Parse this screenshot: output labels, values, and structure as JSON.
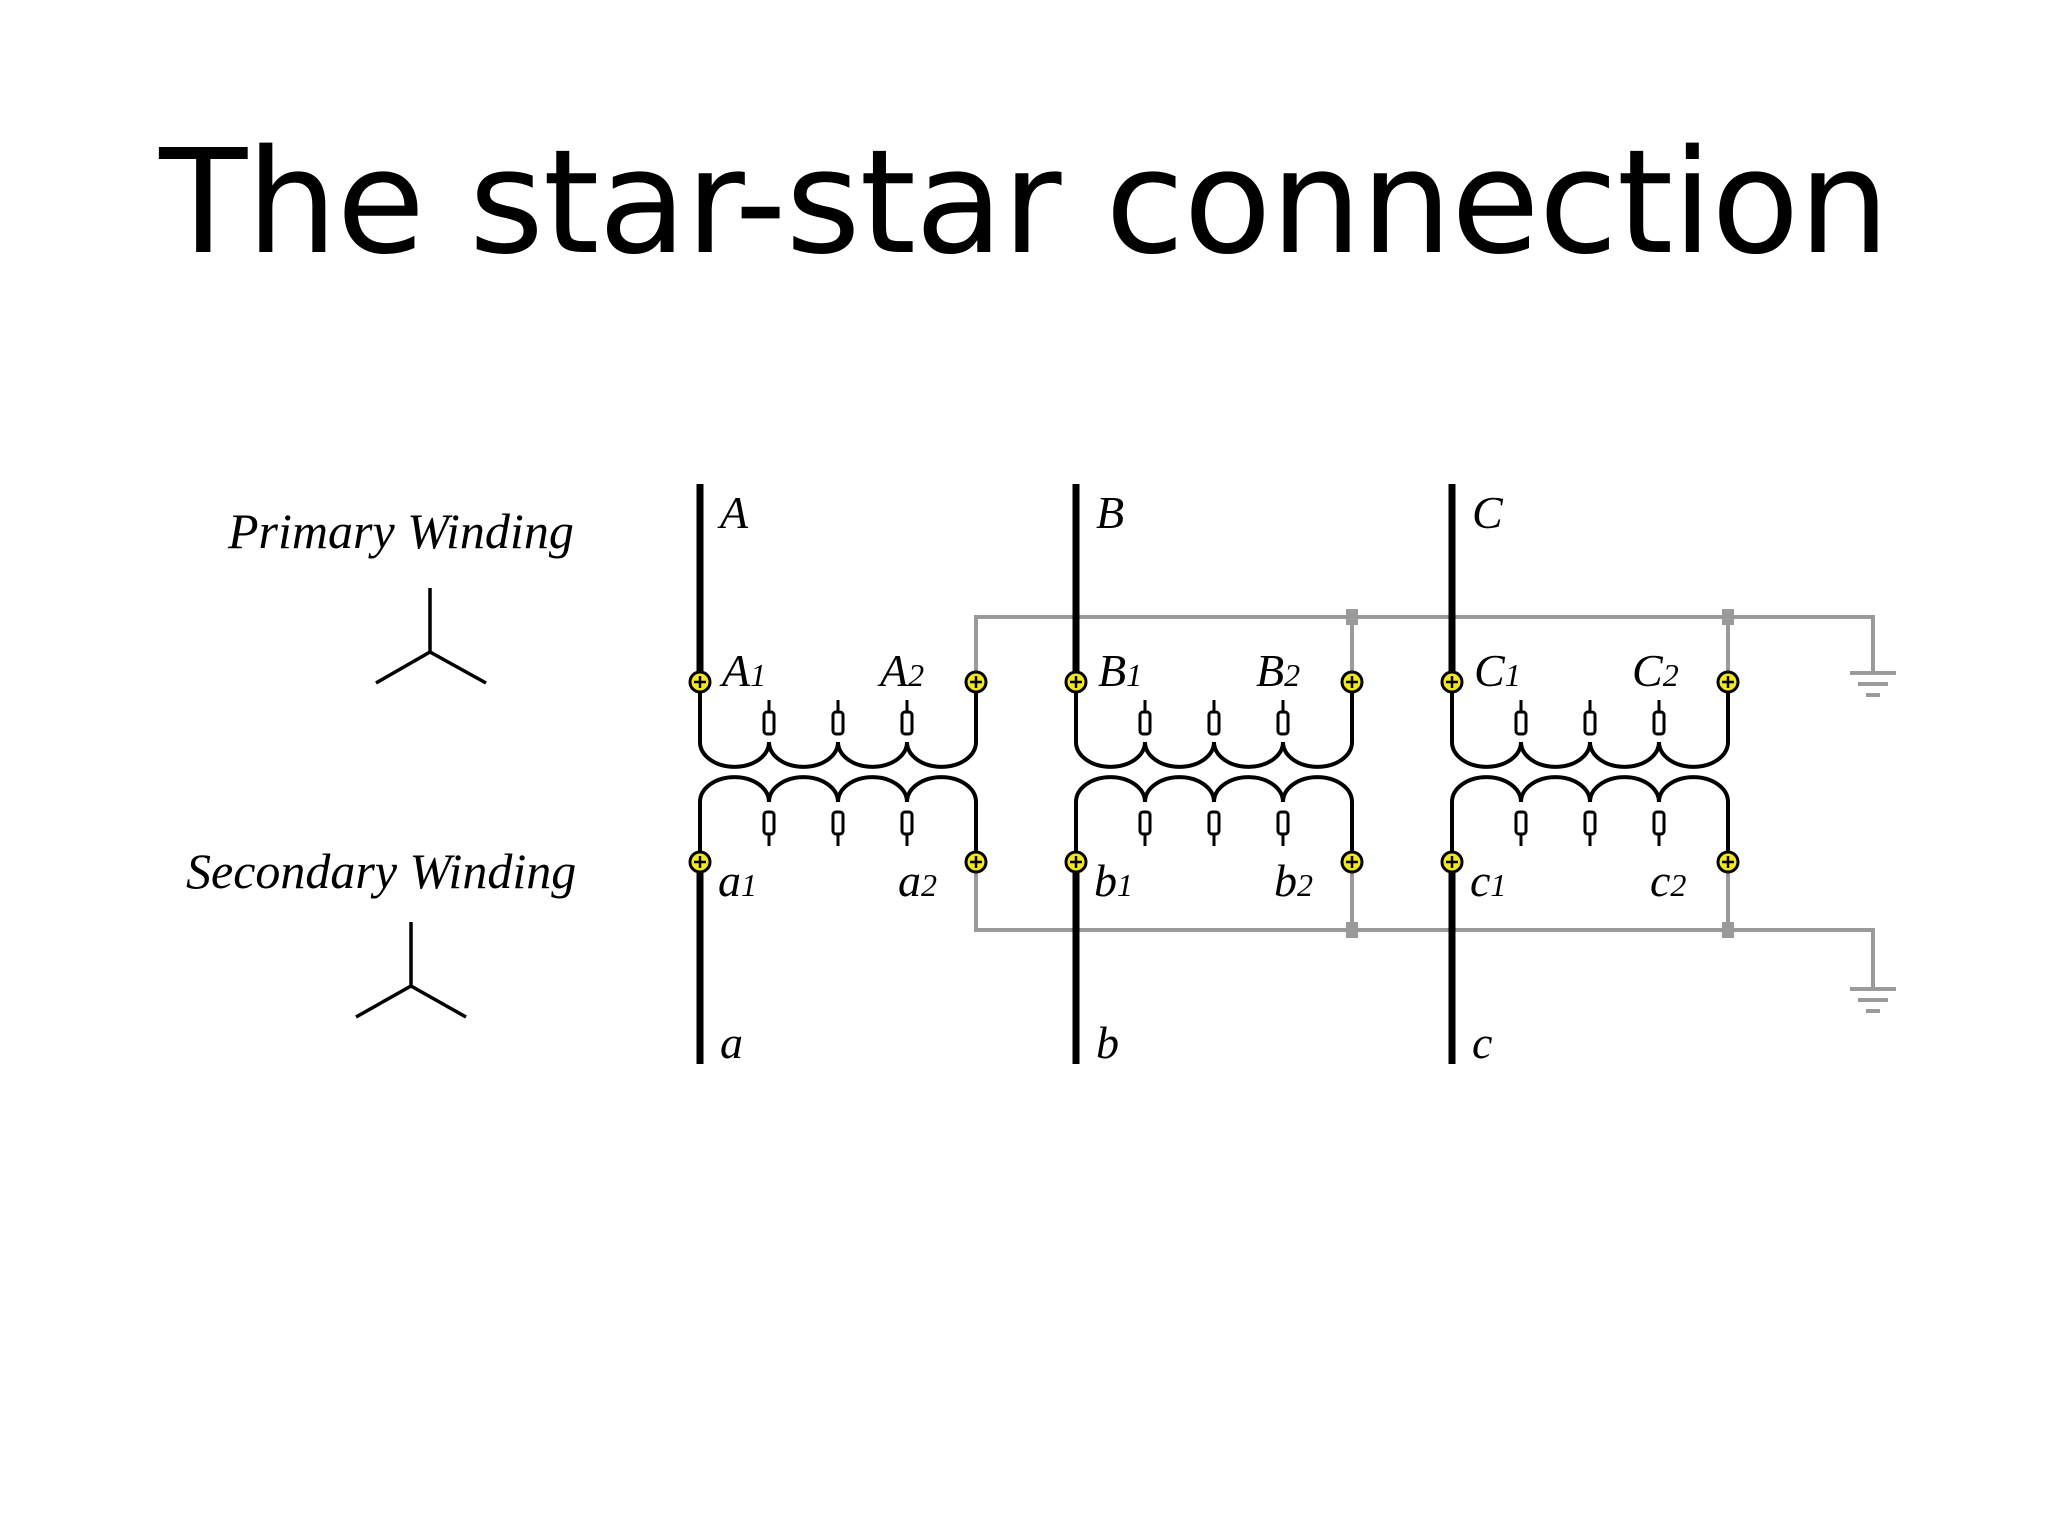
{
  "slide": {
    "title": "The star-star connection"
  },
  "labels": {
    "primary": "Primary Winding",
    "secondary": "Secondary Winding"
  },
  "phases": [
    {
      "line_top": "A",
      "line_bottom": "a",
      "p1": "A",
      "p1_sub": "1",
      "p2": "A",
      "p2_sub": "2",
      "s1": "a",
      "s1_sub": "1",
      "s2": "a",
      "s2_sub": "2"
    },
    {
      "line_top": "B",
      "line_bottom": "b",
      "p1": "B",
      "p1_sub": "1",
      "p2": "B",
      "p2_sub": "2",
      "s1": "b",
      "s1_sub": "1",
      "s2": "b",
      "s2_sub": "2"
    },
    {
      "line_top": "C",
      "line_bottom": "c",
      "p1": "C",
      "p1_sub": "1",
      "p2": "C",
      "p2_sub": "2",
      "s1": "c",
      "s1_sub": "1",
      "s2": "c",
      "s2_sub": "2"
    }
  ],
  "colors": {
    "conductor": "#000000",
    "neutral": "#9a9a9a",
    "terminal_fill": "#f3e81a",
    "terminal_stroke": "#000000"
  }
}
